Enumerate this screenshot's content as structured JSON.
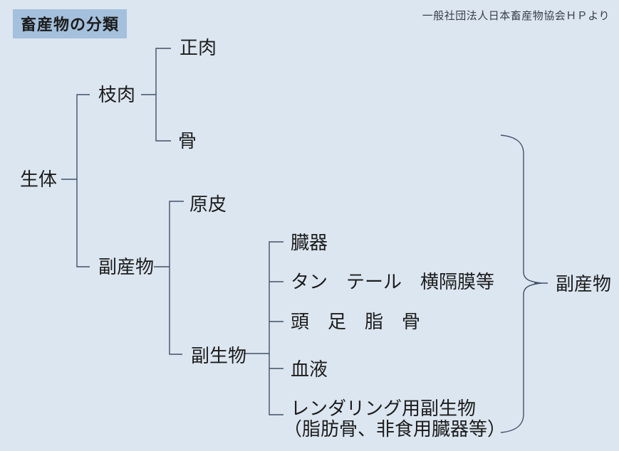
{
  "page": {
    "title": "畜産物の分類",
    "credit": "一般社団法人日本畜産物協会ＨＰより"
  },
  "tree": {
    "root": "生体",
    "carcass": "枝肉",
    "meat": "正肉",
    "bone": "骨",
    "byproducts": "副産物",
    "rawhide": "原皮",
    "offal": "副生物",
    "organs": "臓器",
    "tongue_tail_diaphragm": "タン　テール　横隔膜等",
    "head_feet_fat_bone": "頭　足　脂　骨",
    "blood": "血液",
    "rendering_line1": "レンダリング用副生物",
    "rendering_line2": "（脂肪骨、非食用臓器等）",
    "brace_label": "副産物"
  },
  "colors": {
    "background": "#dce6f0",
    "title_bg": "#a4c0dc",
    "line": "#42506a",
    "text": "#1c1c1c"
  }
}
